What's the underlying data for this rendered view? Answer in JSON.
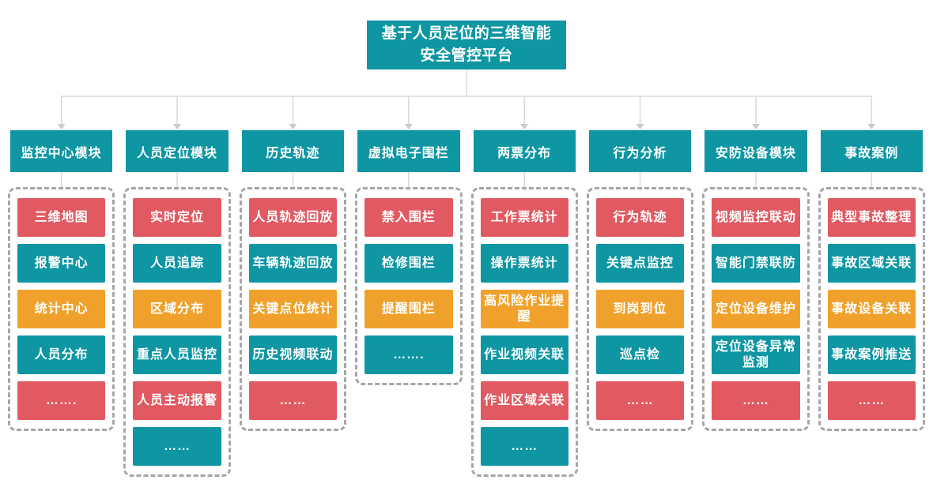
{
  "root": {
    "title": "基于人员定位的三维智能安全管控平台"
  },
  "palette": {
    "teal": "#0E96A3",
    "red": "#E15A62",
    "orange": "#F0A12B",
    "dash_gray": "#A6A6A6",
    "connector_gray": "#D9D9D9",
    "arrow_gray": "#CBCBCB"
  },
  "columns": [
    {
      "header": "监控中心模块",
      "items": [
        {
          "label": "三维地图",
          "color": "red"
        },
        {
          "label": "报警中心",
          "color": "teal"
        },
        {
          "label": "统计中心",
          "color": "orange"
        },
        {
          "label": "人员分布",
          "color": "teal"
        },
        {
          "label": "…….",
          "color": "red"
        }
      ]
    },
    {
      "header": "人员定位模块",
      "items": [
        {
          "label": "实时定位",
          "color": "red"
        },
        {
          "label": "人员追踪",
          "color": "teal"
        },
        {
          "label": "区域分布",
          "color": "orange"
        },
        {
          "label": "重点人员监控",
          "color": "teal"
        },
        {
          "label": "人员主动报警",
          "color": "red"
        },
        {
          "label": "……",
          "color": "teal"
        }
      ]
    },
    {
      "header": "历史轨迹",
      "items": [
        {
          "label": "人员轨迹回放",
          "color": "red"
        },
        {
          "label": "车辆轨迹回放",
          "color": "teal"
        },
        {
          "label": "关键点位统计",
          "color": "orange"
        },
        {
          "label": "历史视频联动",
          "color": "teal"
        },
        {
          "label": "……",
          "color": "red"
        }
      ]
    },
    {
      "header": "虚拟电子围栏",
      "items": [
        {
          "label": "禁入围栏",
          "color": "red"
        },
        {
          "label": "检修围栏",
          "color": "teal"
        },
        {
          "label": "提醒围栏",
          "color": "orange"
        },
        {
          "label": "…….",
          "color": "teal"
        }
      ]
    },
    {
      "header": "两票分布",
      "items": [
        {
          "label": "工作票统计",
          "color": "red"
        },
        {
          "label": "操作票统计",
          "color": "teal"
        },
        {
          "label": "高风险作业提醒",
          "color": "orange"
        },
        {
          "label": "作业视频关联",
          "color": "teal"
        },
        {
          "label": "作业区域关联",
          "color": "red"
        },
        {
          "label": "……",
          "color": "teal"
        }
      ]
    },
    {
      "header": "行为分析",
      "items": [
        {
          "label": "行为轨迹",
          "color": "red"
        },
        {
          "label": "关键点监控",
          "color": "teal"
        },
        {
          "label": "到岗到位",
          "color": "orange"
        },
        {
          "label": "巡点检",
          "color": "teal"
        },
        {
          "label": "……",
          "color": "red"
        }
      ]
    },
    {
      "header": "安防设备模块",
      "items": [
        {
          "label": "视频监控联动",
          "color": "red"
        },
        {
          "label": "智能门禁联防",
          "color": "teal"
        },
        {
          "label": "定位设备维护",
          "color": "orange"
        },
        {
          "label": "定位设备异常监测",
          "color": "teal"
        },
        {
          "label": "……",
          "color": "red"
        }
      ]
    },
    {
      "header": "事故案例",
      "items": [
        {
          "label": "典型事故整理",
          "color": "red"
        },
        {
          "label": "事故区域关联",
          "color": "teal"
        },
        {
          "label": "事故设备关联",
          "color": "orange"
        },
        {
          "label": "事故案例推送",
          "color": "teal"
        },
        {
          "label": "……",
          "color": "red"
        }
      ]
    }
  ]
}
